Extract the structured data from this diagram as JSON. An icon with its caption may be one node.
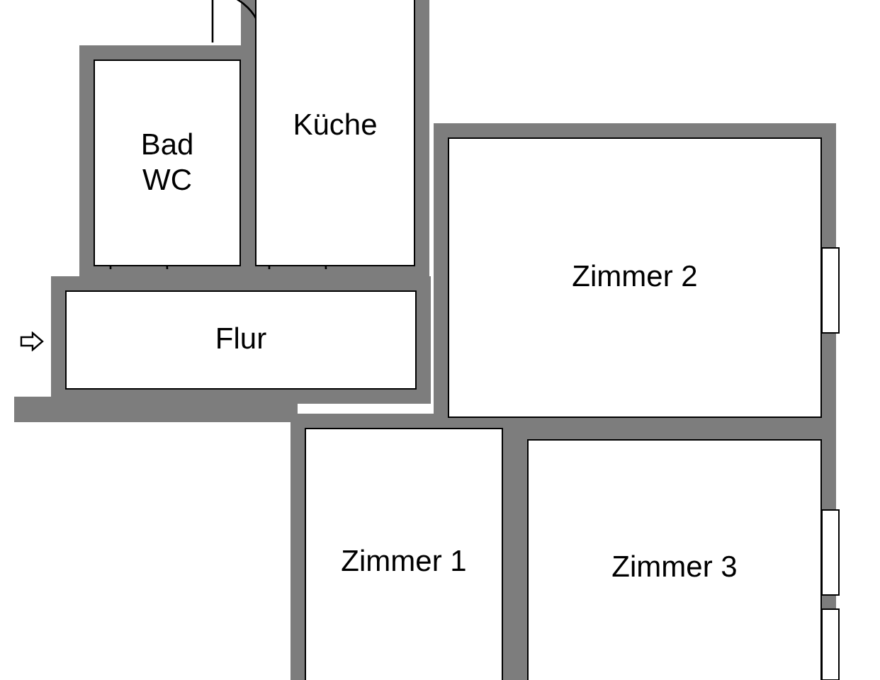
{
  "diagram": {
    "nodes": [
      {
        "text": [
          "Küche"
        ]
      },
      {
        "text": [
          "Bad WC"
        ]
      },
      {
        "text": [
          "Zimmer 2"
        ]
      },
      {
        "text": [
          "Flur"
        ]
      },
      {
        "text": [
          "Zimmer 1"
        ]
      },
      {
        "text": [
          "Zimmer 3"
        ]
      }
    ]
  }
}
